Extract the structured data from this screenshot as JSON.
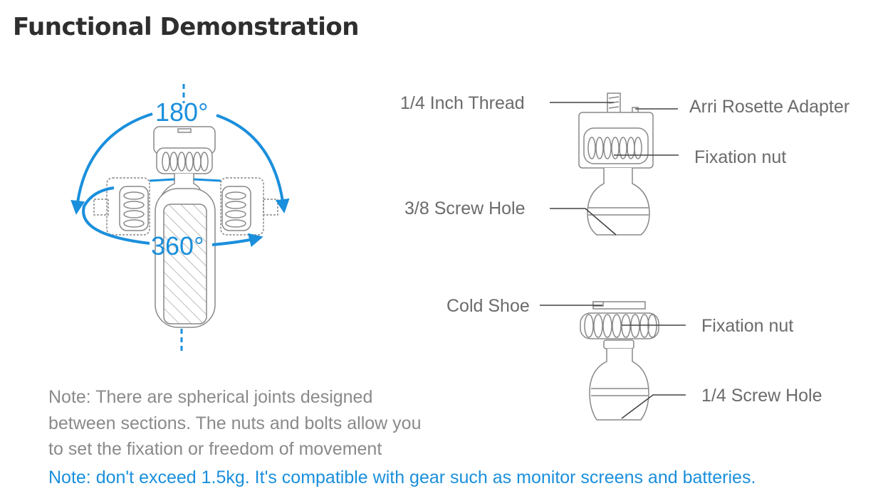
{
  "title": "Functional Demonstration",
  "rotation": {
    "vertical": "180°",
    "horizontal": "360°"
  },
  "labels": {
    "thread": "1/4 Inch Thread",
    "arri": "Arri Rosette Adapter",
    "fixation_nut_1": "Fixation nut",
    "screw_hole_38": "3/8 Screw Hole",
    "cold_shoe": "Cold Shoe",
    "fixation_nut_2": "Fixation nut",
    "screw_hole_14": "1/4 Screw Hole"
  },
  "notes": {
    "line1": "Note: There are spherical joints designed",
    "line2": "between sections. The nuts and bolts allow you",
    "line3": "to set the fixation or freedom of movement",
    "warning": "Note: don't exceed 1.5kg. It's compatible with gear such as monitor screens and batteries."
  },
  "colors": {
    "accent": "#1a8fdc",
    "text": "#6b6b6b",
    "title": "#2e2e2e"
  }
}
